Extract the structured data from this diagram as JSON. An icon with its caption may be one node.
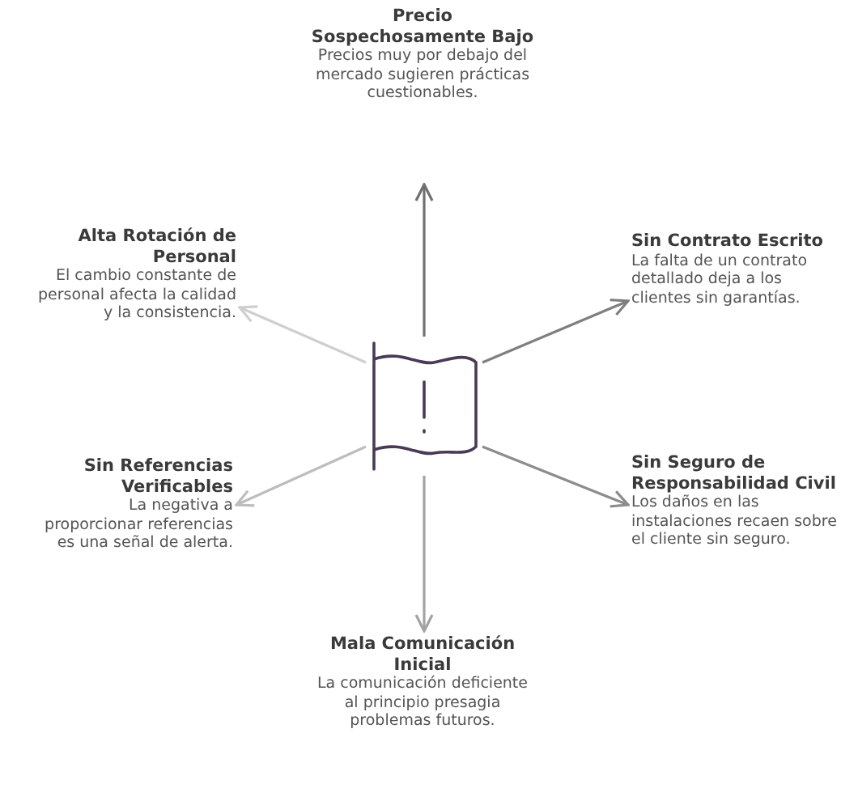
{
  "diagram": {
    "nodes": [
      {
        "text": [
          "Precio Sospechosamente Bajo",
          "Precios muy por debajo del mercado sugieren prácticas cuestionables."
        ]
      },
      {
        "text": [
          "Alta Rotación de Personal",
          "El cambio constante de personal afecta la calidad y la consistencia."
        ]
      },
      {
        "text": [
          "Sin Contrato Escrito",
          "La falta de un contrato detallado deja a los clientes sin garantías."
        ]
      },
      {
        "text": [],
        "shape": "flag"
      },
      {
        "text": [
          "Sin Referencias Verificables",
          "La negativa a proporcionar referencias es una señal de alerta."
        ]
      },
      {
        "text": [
          "Sin Seguro de Responsabilidad Civil",
          "Los daños en las instalaciones recaen sobre el cliente sin seguro."
        ]
      },
      {
        "text": [
          "Mala Comunicación Inicial",
          "La comunicación deficiente al principio presagia problemas futuros."
        ]
      }
    ],
    "edges": [
      {
        "from": 3,
        "to": 0,
        "arrow": "to",
        "color": "#707070"
      },
      {
        "from": 3,
        "to": 1,
        "arrow": "to",
        "color": "#cfcfcf"
      },
      {
        "from": 3,
        "to": 2,
        "arrow": "to",
        "color": "#7f7f7f"
      },
      {
        "from": 3,
        "to": 4,
        "arrow": "to",
        "color": "#bdbdbd"
      },
      {
        "from": 3,
        "to": 5,
        "arrow": "to",
        "color": "#8c8c8c"
      },
      {
        "from": 3,
        "to": 6,
        "arrow": "to",
        "color": "#a3a3a3"
      }
    ]
  }
}
